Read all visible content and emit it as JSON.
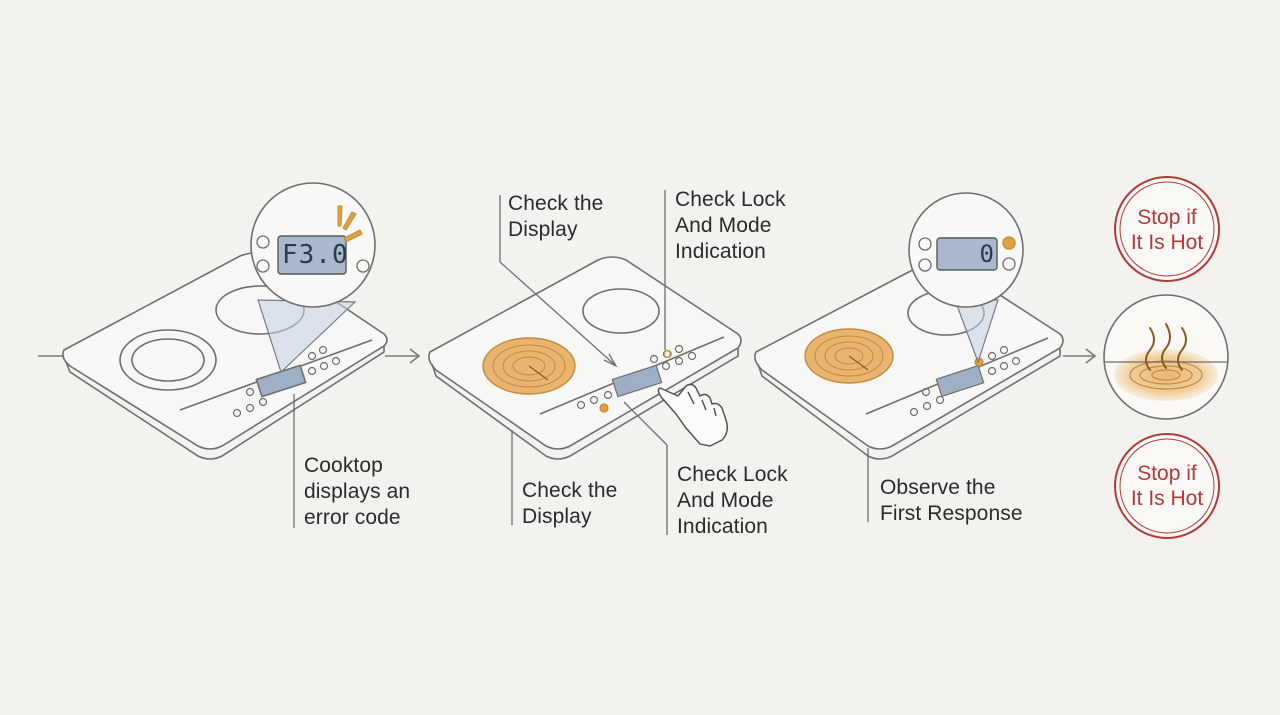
{
  "steps": [
    {
      "id": "step1",
      "caption": "Cooktop\ndisplays an\nerror code",
      "display_code": "F3.0"
    },
    {
      "id": "step2",
      "caption_top": "Check the\nDisplay",
      "caption_bottom": "Check the\nDisplay",
      "lock_top": "Check Lock\nAnd Mode\nIndication",
      "lock_bottom": "Check Lock\nAnd Mode\nIndication"
    },
    {
      "id": "step3",
      "caption": "Observe the\nFirst Response",
      "display_code": "0"
    }
  ],
  "stop_badges": [
    {
      "text": "Stop if\nIt Is Hot"
    },
    {
      "text": "Stop if\nIt Is Hot"
    }
  ],
  "icons": [
    "cooktop-illustration",
    "magnifier-callout",
    "pointing-hand-icon",
    "steam-hot-icon",
    "arrow-right-icon"
  ],
  "colors": {
    "line": "#7a7a7a",
    "burner_hot": "#e7b777",
    "burner_ring": "#c58a3c",
    "display": "#a9b8cc",
    "stop_red": "#b23a3a",
    "accent_orange": "#e2a13a"
  }
}
